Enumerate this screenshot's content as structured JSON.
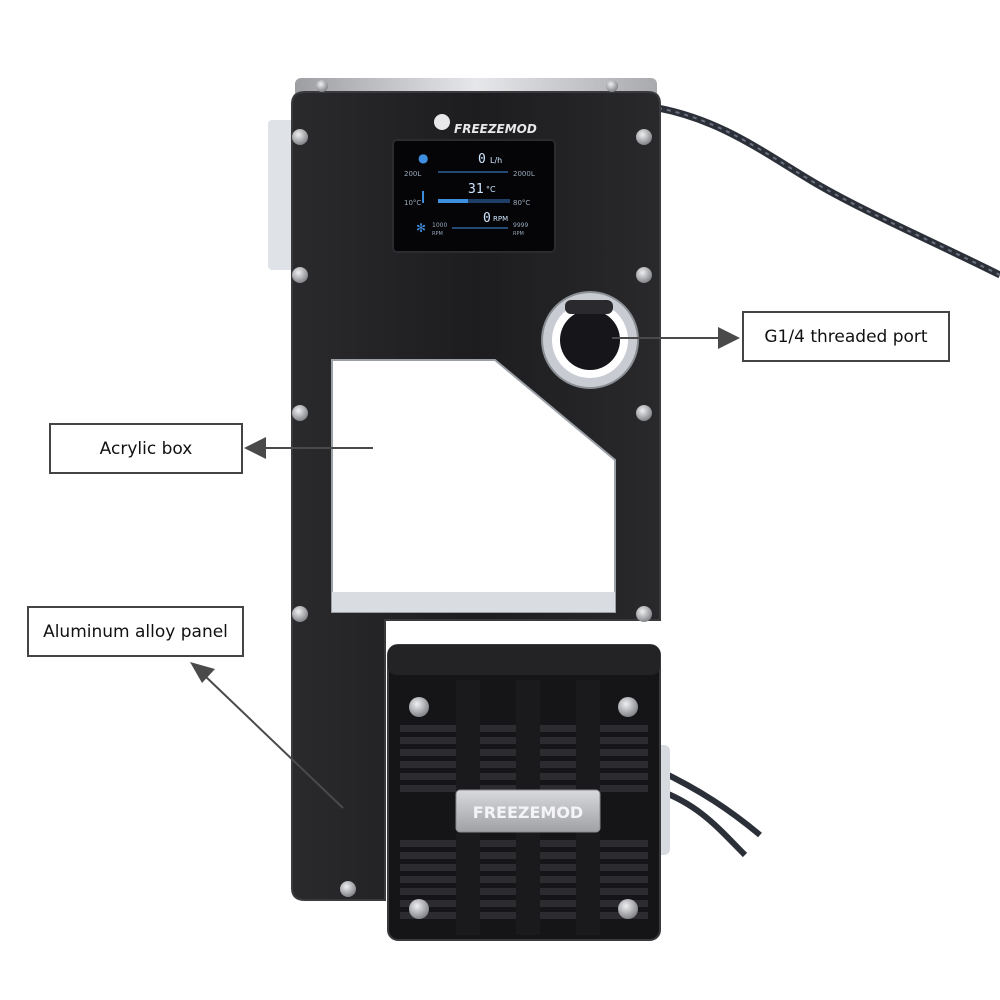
{
  "callouts": {
    "acrylic_box": "Acrylic box",
    "threaded_port": "G1/4 threaded port",
    "aluminum_panel": "Aluminum alloy panel"
  },
  "product": {
    "brand_logo": "FREEZEMOD",
    "heatsink_badge": "FREEZEMOD"
  },
  "display": {
    "flow": {
      "value": "0",
      "unit": "L/h",
      "min": "200L",
      "max": "2000L"
    },
    "temp": {
      "value": "31",
      "unit": "°C",
      "min": "10°C",
      "max": "80°C"
    },
    "fan": {
      "value": "0",
      "unit": "RPM",
      "min": "1000",
      "min_unit": "RPM",
      "max": "9999",
      "max_unit": "RPM"
    }
  },
  "colors": {
    "panel": "#1c1c1e",
    "panel_edge": "#3a3a3c",
    "screen_text": "#cfe6ff",
    "screen_accent": "#3f8fe0",
    "callout_border": "#444444",
    "arrow": "#4a4a4a"
  }
}
